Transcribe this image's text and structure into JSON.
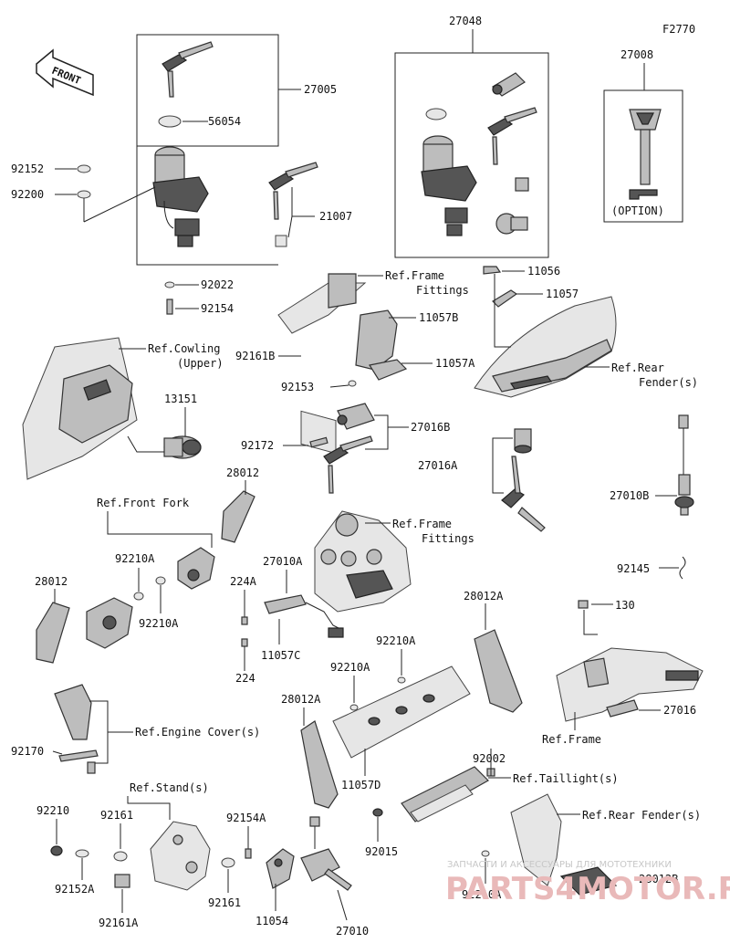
{
  "diagram_code": "F2770",
  "front_arrow": "FRONT",
  "labels": {
    "p27005": "27005",
    "p56054": "56054",
    "p92152": "92152",
    "p92200": "92200",
    "p92022": "92022",
    "p92154": "92154",
    "p21007": "21007",
    "p27048": "27048",
    "p27008": "27008",
    "option": "(OPTION)",
    "ref_frame_fittings_1": "Ref.Frame",
    "ref_frame_fittings_1b": "Fittings",
    "p11056": "11056",
    "p11057": "11057",
    "p11057B": "11057B",
    "p92161B": "92161B",
    "p11057A": "11057A",
    "p92153": "92153",
    "ref_cowling": "Ref.Cowling",
    "ref_cowling_b": "(Upper)",
    "ref_rear_fender_1": "Ref.Rear",
    "ref_rear_fender_1b": "Fender(s)",
    "p13151": "13151",
    "p27016B": "27016B",
    "p92172": "92172",
    "p27016A": "27016A",
    "p28012_top": "28012",
    "ref_front_fork": "Ref.Front Fork",
    "ref_frame_fittings_2": "Ref.Frame",
    "ref_frame_fittings_2b": "Fittings",
    "p27010B": "27010B",
    "p92210A_1": "92210A",
    "p27010A": "27010A",
    "p28012_left": "28012",
    "p224A": "224A",
    "p92210A_2": "92210A",
    "p92145": "92145",
    "p28012A_top": "28012A",
    "p130": "130",
    "p11057C": "11057C",
    "p224": "224",
    "p92210A_3": "92210A",
    "p92210A_4": "92210A",
    "p28012A_left": "28012A",
    "p27016": "27016",
    "ref_engine_cover": "Ref.Engine Cover(s)",
    "ref_frame": "Ref.Frame",
    "p92170": "92170",
    "p92002": "92002",
    "p11057D": "11057D",
    "ref_taillight": "Ref.Taillight(s)",
    "ref_stand": "Ref.Stand(s)",
    "ref_rear_fender_2": "Ref.Rear Fender(s)",
    "p92210": "92210",
    "p92161": "92161",
    "p92154A": "92154A",
    "p92015": "92015",
    "p92152A": "92152A",
    "p92161_b": "92161",
    "p11054": "11054",
    "p92210A_5": "92210A",
    "p28012B": "28012B",
    "p92161A": "92161A",
    "p27010": "27010"
  },
  "watermark": {
    "line1": "ЗАПЧАСТИ И АКСЕССУАРЫ ДЛЯ МОТОТЕХНИКИ",
    "line2": "PARTS4MOTOR.RU"
  }
}
